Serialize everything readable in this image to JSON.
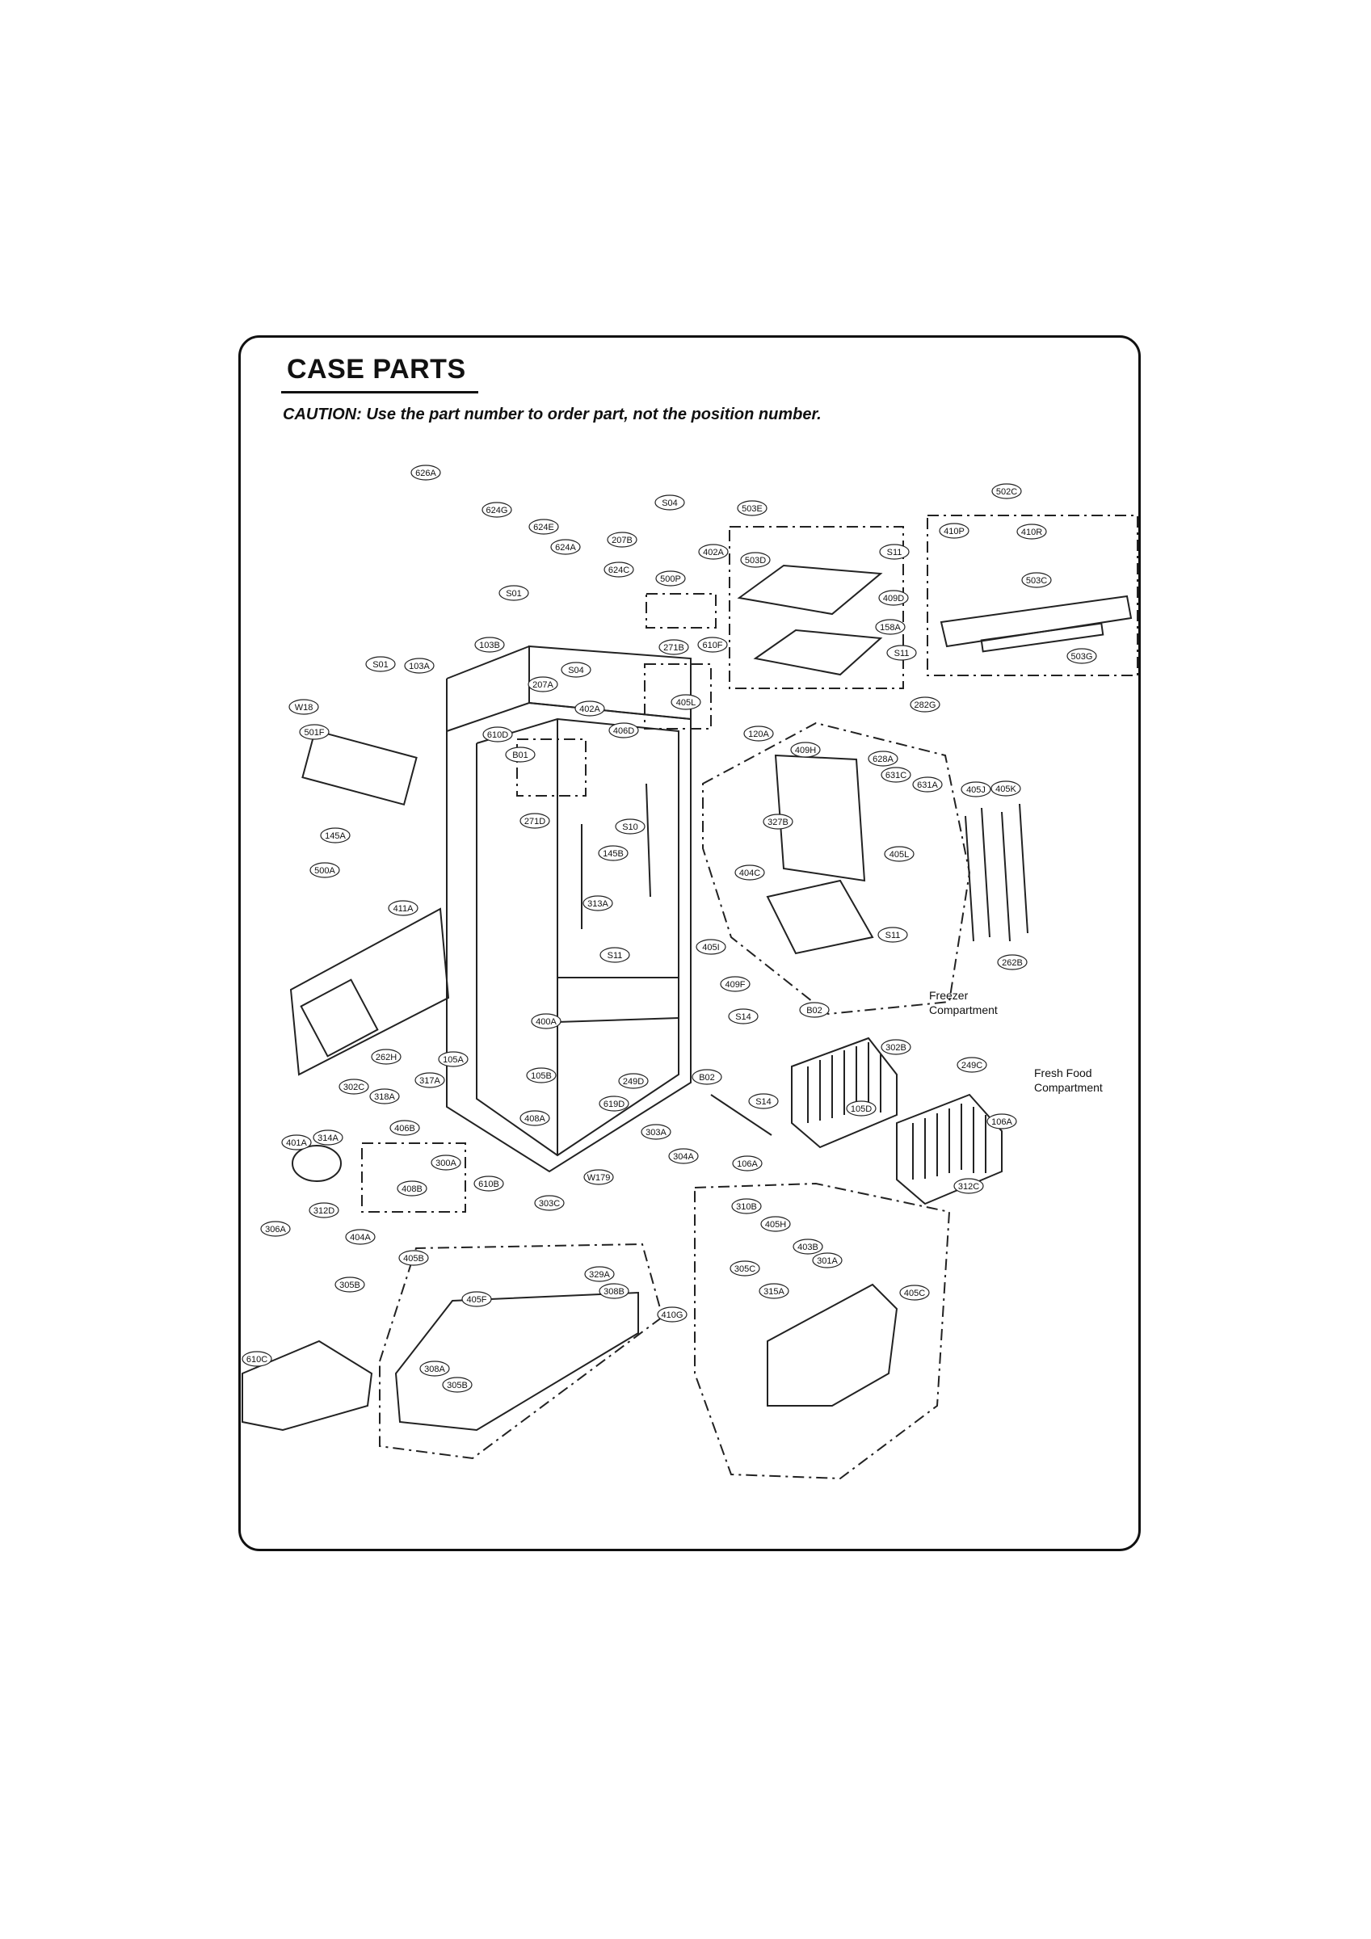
{
  "document": {
    "title": "CASE PARTS",
    "caution": "CAUTION: Use the part number to order part, not the position number."
  },
  "annotations": {
    "freezer": [
      "Freezer",
      "Compartment"
    ],
    "fresh_food": [
      "Fresh Food",
      "Compartment"
    ]
  },
  "callouts": [
    "626A",
    "624G",
    "624E",
    "624A",
    "S04",
    "207B",
    "402A",
    "624C",
    "500P",
    "503E",
    "S11",
    "503D",
    "409D",
    "158A",
    "S11",
    "502C",
    "410P",
    "410R",
    "503C",
    "503G",
    "S01",
    "103B",
    "610F",
    "271B",
    "S01",
    "103A",
    "S04",
    "207A",
    "402A",
    "405L",
    "W18",
    "501F",
    "610D",
    "B01",
    "406D",
    "282G",
    "120A",
    "409H",
    "628A",
    "631C",
    "631A",
    "405J",
    "405K",
    "271D",
    "S10",
    "145B",
    "327B",
    "404C",
    "405L",
    "145A",
    "500A",
    "411A",
    "313A",
    "S11",
    "S11",
    "405I",
    "262B",
    "409F",
    "S14",
    "B02",
    "302B",
    "400A",
    "262H",
    "105A",
    "105B",
    "249D",
    "B02",
    "249C",
    "302C",
    "318A",
    "317A",
    "619D",
    "S14",
    "105D",
    "408A",
    "406B",
    "303A",
    "106A",
    "401A",
    "314A",
    "300A",
    "304A",
    "W179",
    "106A",
    "610B",
    "312C",
    "408B",
    "303C",
    "312D",
    "306A",
    "310B",
    "405H",
    "404A",
    "403B",
    "405B",
    "301A",
    "329A",
    "305B",
    "308B",
    "305C",
    "405F",
    "410G",
    "315A",
    "405C",
    "610C",
    "308A",
    "305B",
    "305C"
  ]
}
